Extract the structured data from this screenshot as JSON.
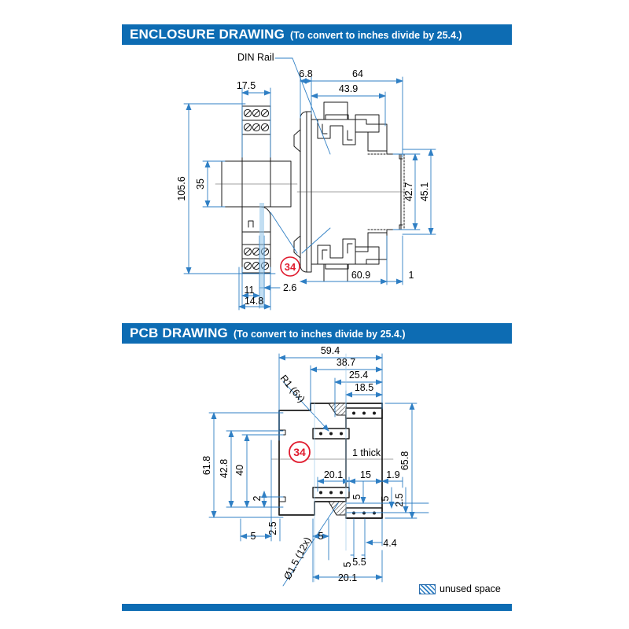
{
  "page": {
    "accent_color": "#0d6cb3",
    "line_color": "#1a1a1a",
    "dimension_color": "#2f7fc4",
    "balloon_color": "#e01b2e"
  },
  "sections": {
    "enclosure": {
      "title": "ENCLOSURE DRAWING",
      "note": "(To convert to inches divide by 25.4.)",
      "labels": {
        "din_rail": "DIN Rail",
        "balloon": "34"
      },
      "dimensions": {
        "width_terminal": "17.5",
        "height_overall": "105.6",
        "height_body": "35",
        "depth_front_lip": "6.8",
        "depth_overall": "64",
        "depth_inner": "43.9",
        "height_inner": "42.7",
        "height_outer": "45.1",
        "depth_lower": "60.9",
        "wall_thickness": "1",
        "rail_slot": "2.6",
        "clip_width": "11",
        "base_width": "14.8"
      }
    },
    "pcb": {
      "title": "PCB DRAWING",
      "note": "(To convert to inches divide by 25.4.)",
      "labels": {
        "radius": "R1 (6x)",
        "hole": "Ø1.5 (12x)",
        "thickness": "1 thick",
        "balloon": "34"
      },
      "dimensions": {
        "width_overall": "59.4",
        "width_b": "38.7",
        "width_c": "25.4",
        "width_d": "18.5",
        "height_overall_left": "61.8",
        "height_b": "42.8",
        "height_c": "40",
        "height_notch": "2",
        "height_overall_right": "65.8",
        "bottom_a": "20.1",
        "bottom_b": "15",
        "bottom_c": "1.9",
        "right_a": "5",
        "right_b": "5",
        "right_c": "2.5",
        "left_a": "5",
        "left_b": "2.5",
        "low_a": "5",
        "low_b": "5.5",
        "low_c": "4.4",
        "low_d": "20.1"
      }
    }
  },
  "legend": {
    "label": "unused space"
  }
}
